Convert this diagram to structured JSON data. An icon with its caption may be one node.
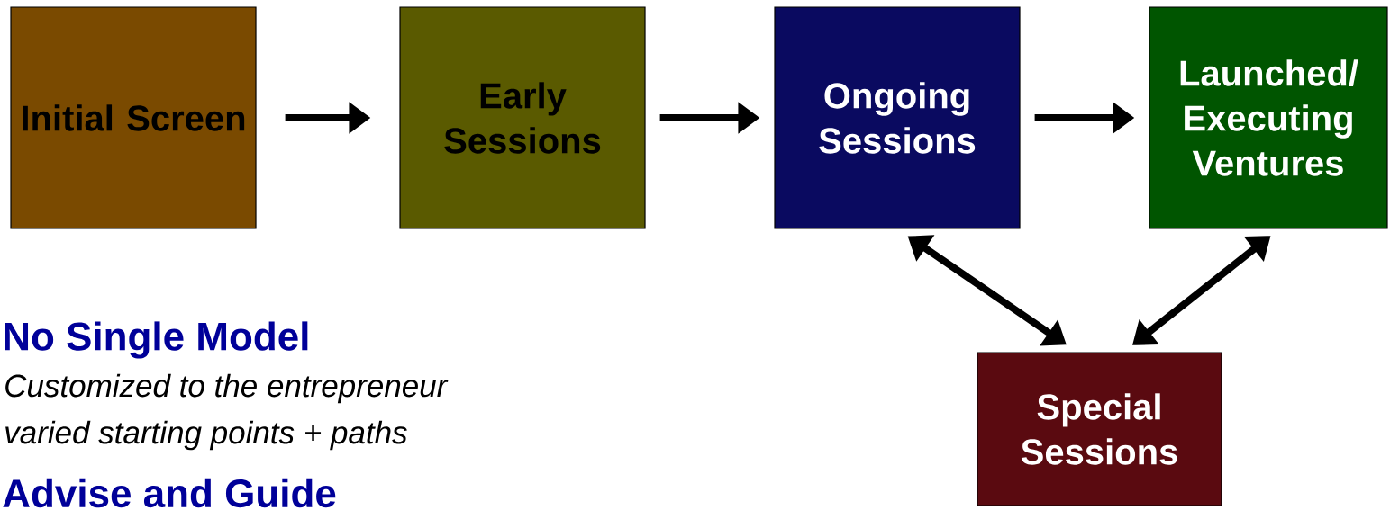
{
  "diagram": {
    "nodes": [
      {
        "text": [
          "Initial Screen"
        ]
      },
      {
        "text": [
          "Early Sessions"
        ]
      },
      {
        "text": [
          "Ongoing Sessions"
        ]
      },
      {
        "text": [
          "Launched/ Executing Ventures"
        ]
      },
      {
        "text": [
          "Special Sessions"
        ]
      }
    ],
    "edges": [
      {
        "from": 0,
        "to": 1,
        "arrow": "to"
      },
      {
        "from": 1,
        "to": 2,
        "arrow": "to"
      },
      {
        "from": 2,
        "to": 3,
        "arrow": "to"
      },
      {
        "from": 2,
        "to": 4,
        "arrow": "both"
      },
      {
        "from": 3,
        "to": 4,
        "arrow": "both"
      }
    ],
    "labels": [
      "No Single Model",
      "Customized to the entrepreneur",
      "varied starting points + paths",
      "Advise and Guide"
    ]
  }
}
